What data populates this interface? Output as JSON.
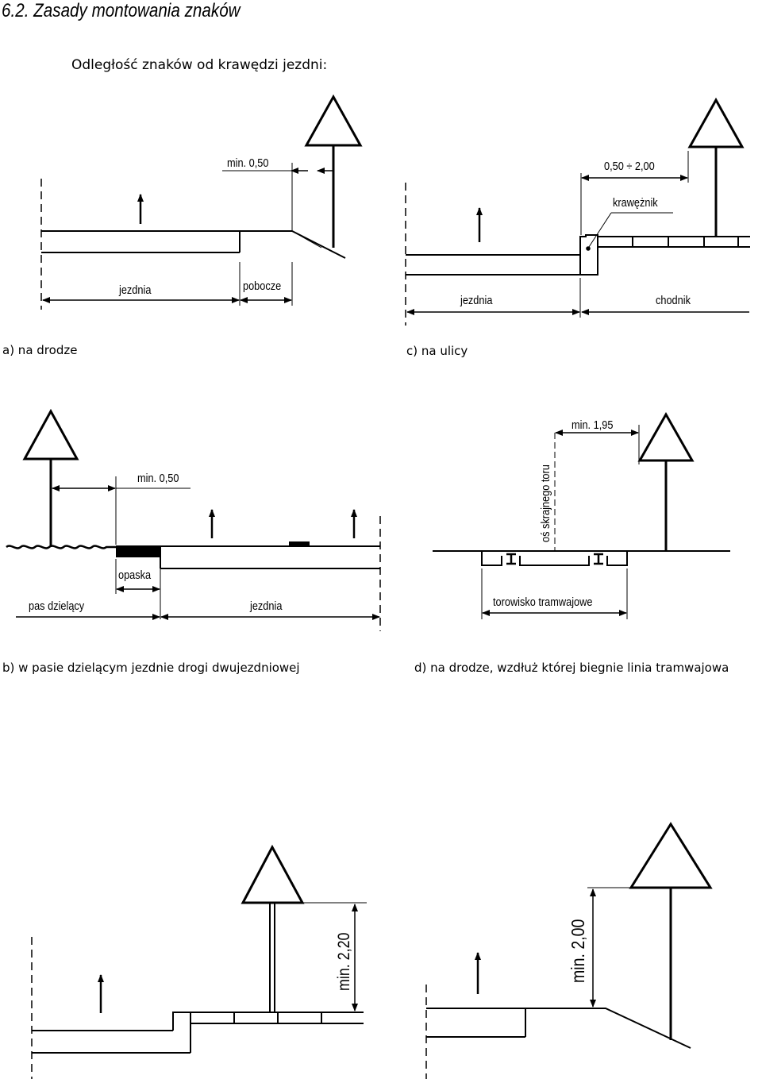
{
  "header": {
    "title": "6.2. Zasady montowania znaków",
    "subtitle": "Odległość znaków od krawędzi jezdni:"
  },
  "diagrams": {
    "a": {
      "caption": "a) na drodze",
      "dimension": "min. 0,50",
      "labels": {
        "roadway": "jezdnia",
        "shoulder": "pobocze"
      }
    },
    "c": {
      "caption": "c) na ulicy",
      "dimension": "0,50 ÷ 2,00",
      "labels": {
        "curb": "krawężnik",
        "roadway": "jezdnia",
        "sidewalk": "chodnik"
      }
    },
    "b": {
      "caption": "b) w pasie dzielącym jezdnie drogi dwujezdniowej",
      "dimension": "min. 0,50",
      "labels": {
        "band": "opaska",
        "divider": "pas dzielący",
        "roadway": "jezdnia"
      }
    },
    "d": {
      "caption": "d) na drodze, wzdłuż której biegnie linia tramwajowa",
      "dimension": "min. 1,95",
      "labels": {
        "track_axis": "oś skrajnego toru",
        "tramway": "torowisko tramwajowe"
      }
    },
    "e": {
      "height": "min. 2,20"
    },
    "f": {
      "height": "min. 2,00"
    }
  }
}
